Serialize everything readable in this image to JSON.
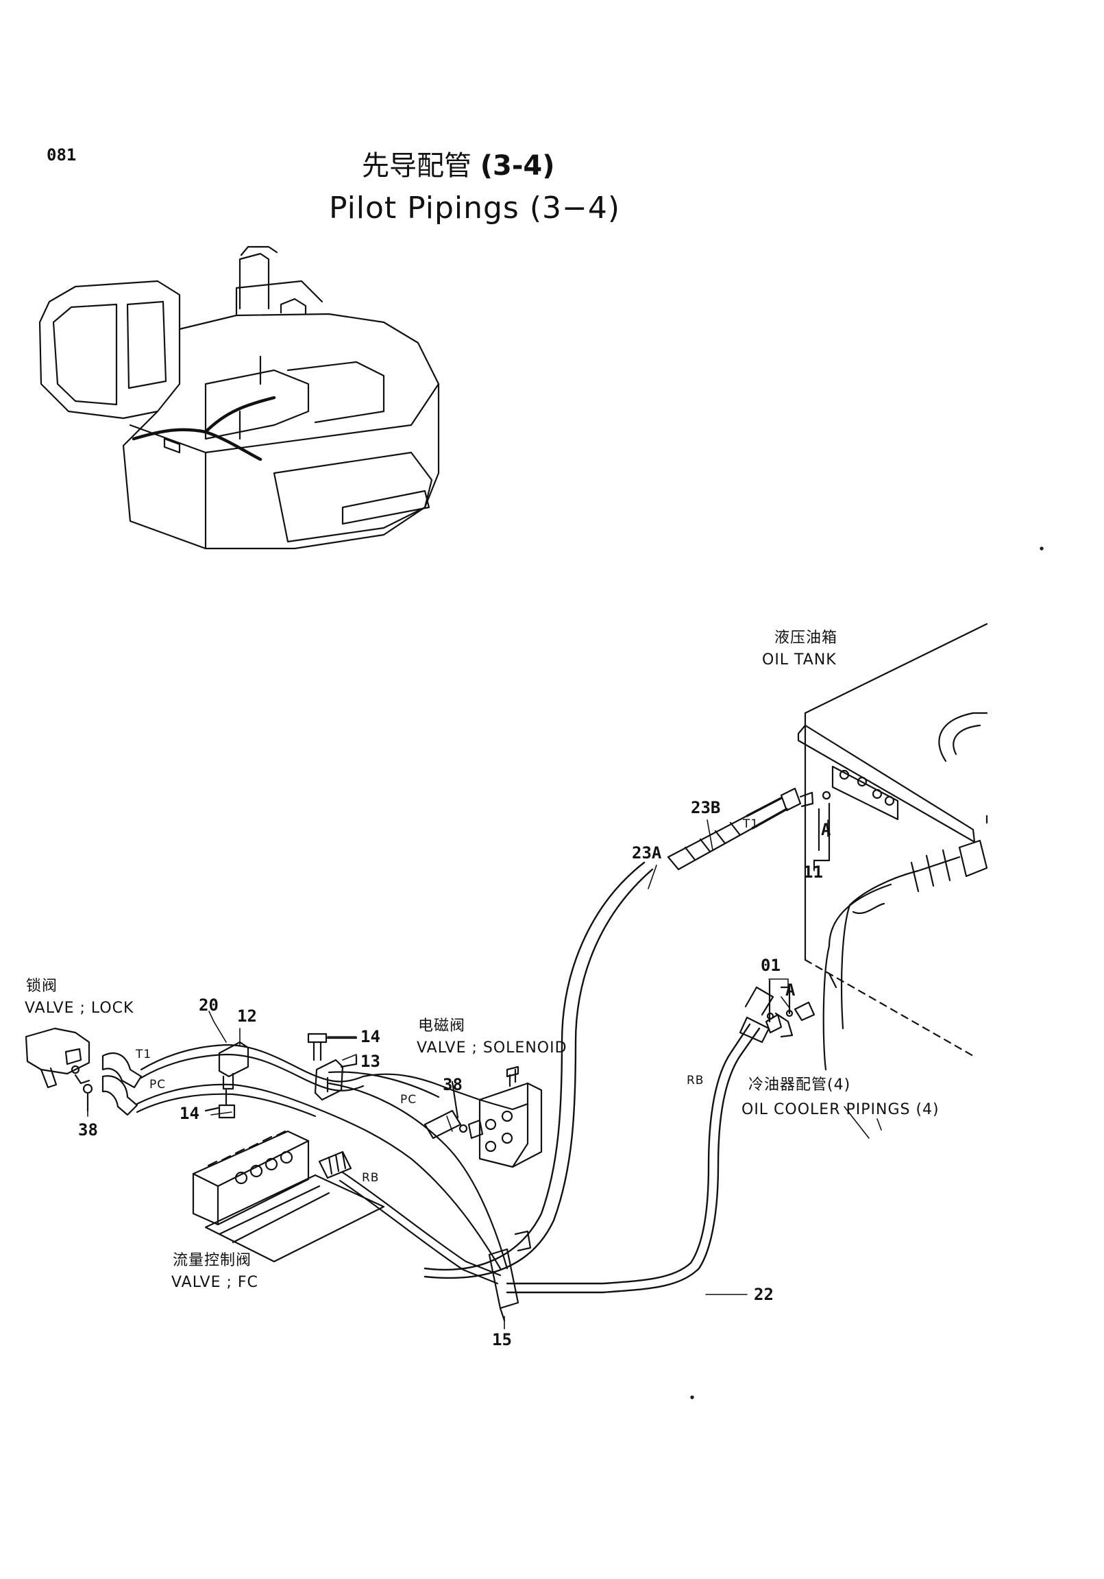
{
  "page": {
    "number": "081",
    "title_cn_text": "先导配管",
    "title_cn_code": "(3-4)",
    "title_en": "Pilot Pipings (3−4)"
  },
  "components": {
    "oil_tank_cn": "液压油箱",
    "oil_tank_en": "OIL TANK",
    "lock_valve_cn": "锁阀",
    "lock_valve_en": "VALVE ; LOCK",
    "solenoid_valve_cn": "电磁阀",
    "solenoid_valve_en": "VALVE ; SOLENOID",
    "fc_valve_cn": "流量控制阀",
    "fc_valve_en": "VALVE ; FC",
    "oil_cooler_cn": "冷油器配管(4)",
    "oil_cooler_en": "OIL COOLER PIPINGS (4)"
  },
  "callouts": {
    "p23B": "23B",
    "p23A": "23A",
    "p11": "11",
    "p01": "01",
    "p20": "20",
    "p12": "12",
    "p14a": "14",
    "p13": "13",
    "p38a": "38",
    "p14b": "14",
    "p38b": "38",
    "p22": "22",
    "p15": "15",
    "A1": "A",
    "A2": "A"
  },
  "ports": {
    "t1_tank": "T1",
    "t1_lock": "T1",
    "pc_lock": "PC",
    "pc_solenoid": "PC",
    "rb_fc": "RB",
    "rb_cooler": "RB"
  }
}
